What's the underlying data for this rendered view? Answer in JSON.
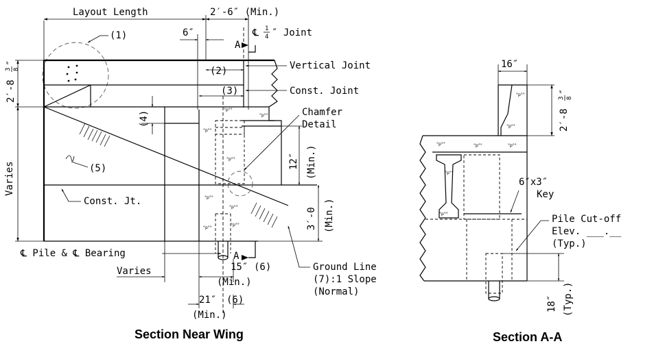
{
  "captions": {
    "left": "Section Near Wing",
    "right": "Section A-A"
  },
  "left_labels": {
    "layout_length": "Layout Length",
    "min_2_6": "2′-6″ (Min.)",
    "six_in": "6″",
    "joint_prefix": "℄",
    "joint_num": "1",
    "joint_den": "4",
    "joint_suffix": "″ Joint",
    "a_top": "A",
    "a_bottom": "A",
    "callout_1": "(1)",
    "callout_2": "(2)",
    "callout_3": "(3)",
    "callout_4": "(4)",
    "callout_5": "(5)",
    "height_2_8": "2′-8",
    "height_frac_num": "3",
    "height_frac_den": "8",
    "height_unit": "″",
    "vertical_joint": "Vertical Joint",
    "const_joint": "Const. Joint",
    "chamfer": "Chamfer",
    "detail": "Detail",
    "varies_left": "Varies",
    "min_12": "12″",
    "min_12_sub": "(Min.)",
    "const_jt": "Const. Jt.",
    "min_3_0": "3′-0",
    "min_3_0_sub": "(Min.)",
    "pile_bearing": "℄ Pile & ℄ Bearing",
    "varies_bottom": "Varies",
    "dim_15": "15″",
    "dim_15_sub": "(6)",
    "dim_15_min": "(Min.)",
    "dim_21": "21″",
    "dim_21_sub": "(6)",
    "dim_21_min": "(Min.)",
    "ground_line": "Ground Line",
    "slope": "(7):1 Slope",
    "normal": "(Normal)"
  },
  "right_labels": {
    "dim_16": "16″",
    "height_2_8": "2′-8",
    "height_frac_num": "3",
    "height_frac_den": "8",
    "height_unit": "″",
    "key_1": "6″x3″",
    "key_2": "Key",
    "pile_1": "Pile Cut-off",
    "pile_2": "Elev. ___.__",
    "pile_3": "(Typ.)",
    "dim_18": "18″",
    "dim_18_sub": "(Typ.)"
  }
}
